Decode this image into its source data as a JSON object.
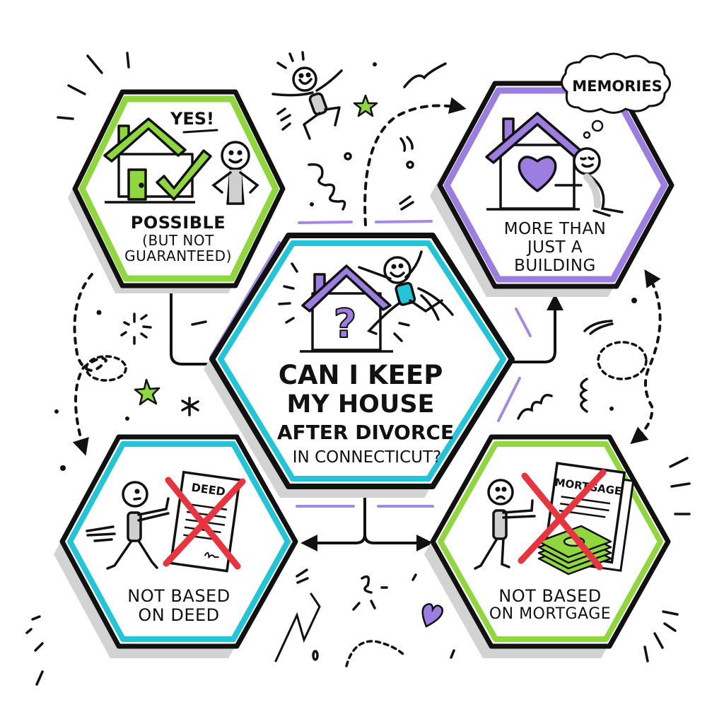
{
  "diagram": {
    "title": "Can I Keep My House After Divorce in Connecticut?",
    "colors": {
      "green": "#8fd63f",
      "purple": "#9b7ee0",
      "cyan": "#22c4d8",
      "red": "#e8343f",
      "outline": "#111111",
      "shadow": "#cfcfcf"
    },
    "center": {
      "title_lines": [
        "CAN I KEEP",
        "MY HOUSE",
        "AFTER DIVORCE",
        "IN CONNECTICUT?"
      ],
      "icon": "house-question-icon",
      "figure": "jumping-stick-figure"
    },
    "nodes": [
      {
        "id": "top-left",
        "border_color": "green",
        "exclamation": "YES!",
        "lines": [
          "POSSIBLE",
          "(BUT NOT",
          "GUARANTEED)"
        ],
        "icons": [
          "house-icon",
          "checkmark-icon",
          "smiling-stick-figure"
        ]
      },
      {
        "id": "top-right",
        "border_color": "purple",
        "thought_bubble": "MEMORIES",
        "lines": [
          "MORE THAN",
          "JUST A",
          "BUILDING"
        ],
        "icons": [
          "house-heart-icon",
          "hugging-stick-figure",
          "thought-cloud-icon"
        ]
      },
      {
        "id": "bottom-left",
        "border_color": "cyan",
        "document_label": "DEED",
        "lines": [
          "NOT BASED",
          "ON DEED"
        ],
        "icons": [
          "pushing-stick-figure",
          "deed-document-icon",
          "red-x-icon"
        ]
      },
      {
        "id": "bottom-right",
        "border_color": "green",
        "document_label": "MORTGAGE",
        "lines": [
          "NOT BASED",
          "ON MORTGAGE"
        ],
        "icons": [
          "pushing-stick-figure",
          "mortgage-document-icon",
          "money-stack-icon",
          "red-x-icon"
        ]
      }
    ],
    "connectors": [
      {
        "from": "top-left",
        "to": "center",
        "style": "solid"
      },
      {
        "from": "center",
        "to": "top-right",
        "style": "solid-arrow"
      },
      {
        "from": "center",
        "to": "bottom-left",
        "style": "solid-arrow"
      },
      {
        "from": "center",
        "to": "bottom-right",
        "style": "solid-arrow"
      },
      {
        "from": "top-left",
        "to": "top-right",
        "style": "dashed-arrow"
      },
      {
        "from": "top-left",
        "to": "bottom-left",
        "style": "dashed-arrow"
      },
      {
        "from": "top-right",
        "to": "bottom-right",
        "style": "dashed-double-arrow"
      }
    ]
  }
}
